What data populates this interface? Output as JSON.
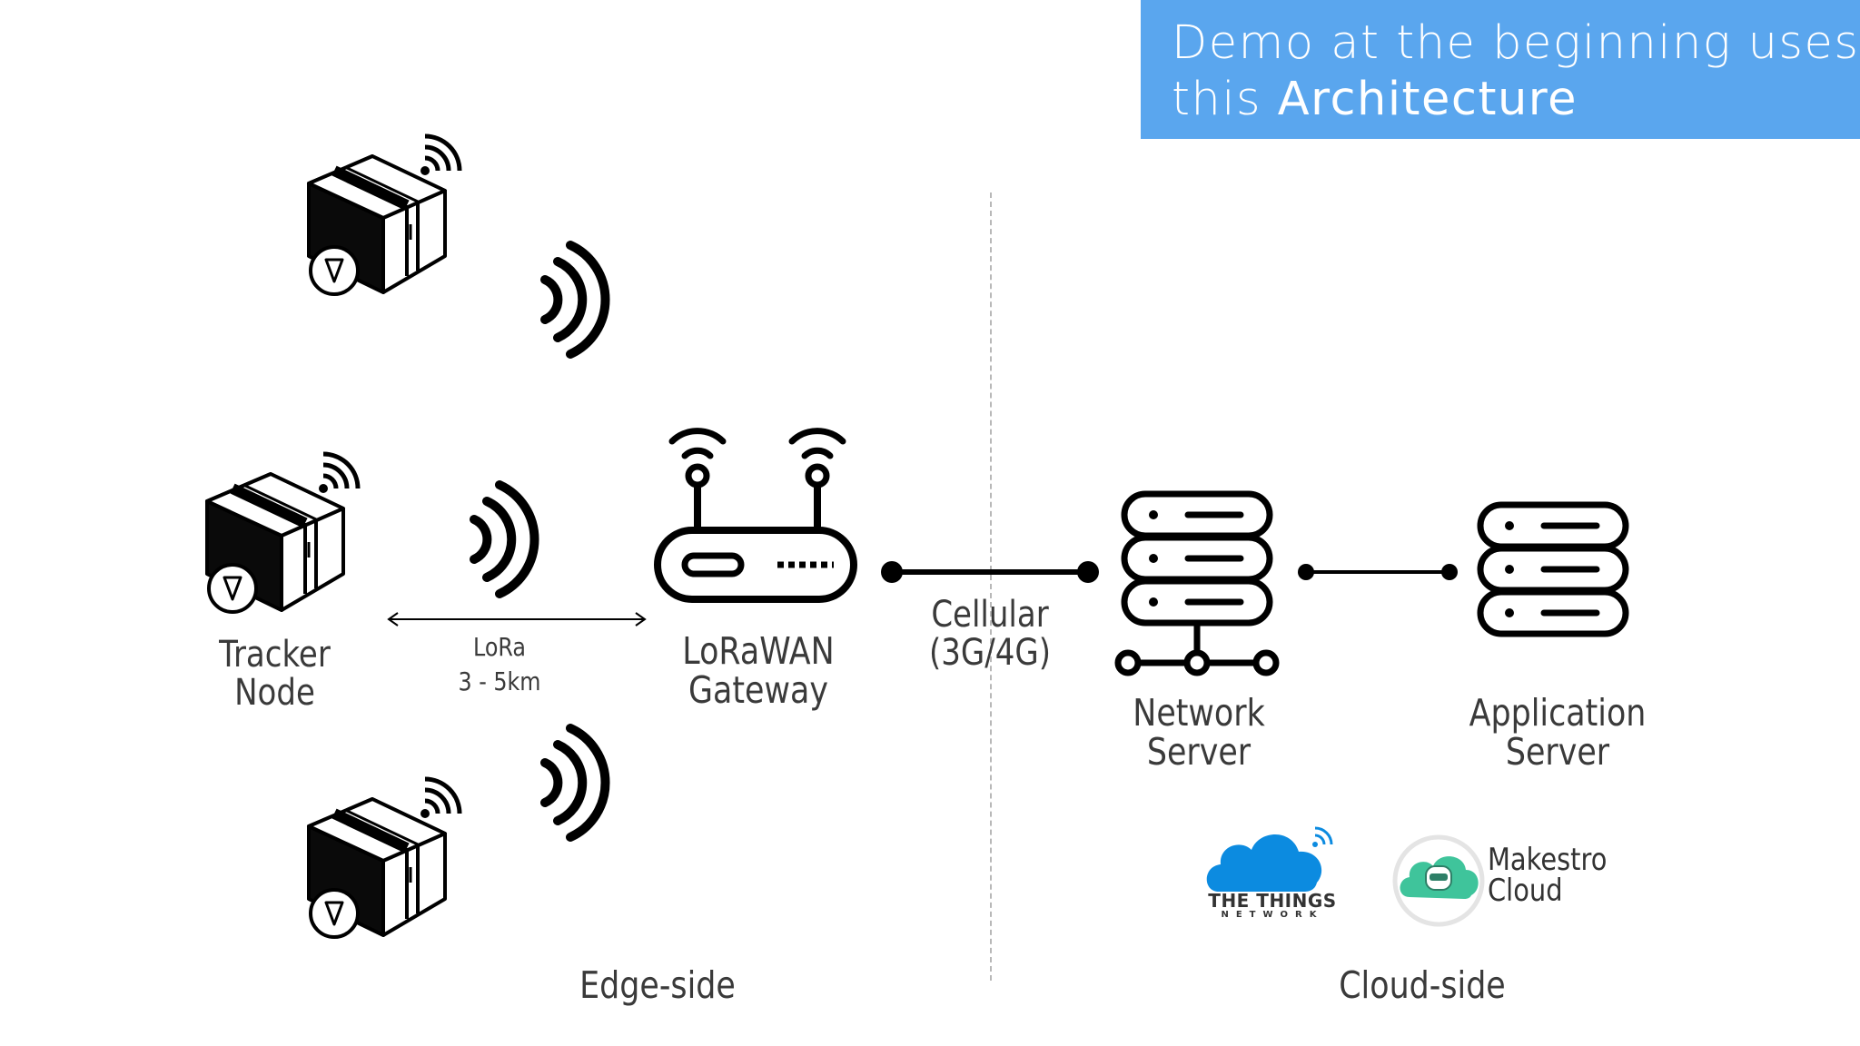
{
  "banner": {
    "line1": "Demo at the beginning uses",
    "line2_prefix": "this",
    "line2_bold": "Architecture",
    "color": "#5aa6ee"
  },
  "nodes": {
    "tracker": {
      "line1": "Tracker",
      "line2": "Node",
      "icon": "package-tracker-icon"
    },
    "lora_link": {
      "line1": "LoRa",
      "line2": "3 - 5km"
    },
    "gateway": {
      "line1": "LoRaWAN",
      "line2": "Gateway",
      "icon": "router-icon"
    },
    "cellular": {
      "line1": "Cellular",
      "line2": "(3G/4G)"
    },
    "network_server": {
      "line1": "Network",
      "line2": "Server",
      "icon": "server-stack-icon"
    },
    "application_server": {
      "line1": "Application",
      "line2": "Server",
      "icon": "server-stack-icon"
    }
  },
  "logos": {
    "ttn": {
      "line1": "THE THINGS",
      "line2": "NETWORK",
      "color": "#0c8be0"
    },
    "makestro": {
      "line1": "Makestro",
      "line2": "Cloud",
      "color": "#3fc49b"
    }
  },
  "sections": {
    "edge": "Edge-side",
    "cloud": "Cloud-side"
  }
}
